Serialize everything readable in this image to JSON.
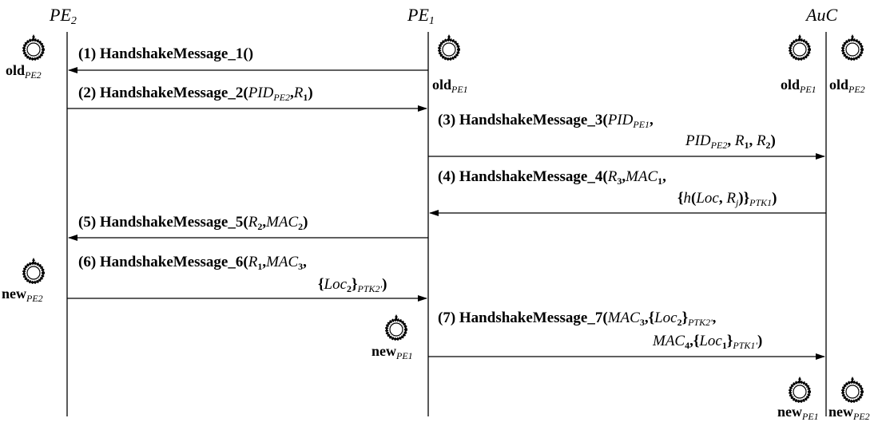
{
  "entities": {
    "pe2": {
      "base": "PE",
      "sub": "2"
    },
    "pe1": {
      "base": "PE",
      "sub": "1"
    },
    "auc": {
      "name": "AuC"
    }
  },
  "messages": [
    {
      "num": "(1)",
      "name": "HandshakeMessage_1",
      "args": "()"
    },
    {
      "num": "(2)",
      "name": "HandshakeMessage_2",
      "args": "(PID_PE2, R1)"
    },
    {
      "num": "(3)",
      "name": "HandshakeMessage_3",
      "args": "(PID_PE1, PID_PE2, R1, R2)"
    },
    {
      "num": "(4)",
      "name": "HandshakeMessage_4",
      "args": "(R3, MAC1, {h(Loc, Rj)}PTK1)"
    },
    {
      "num": "(5)",
      "name": "HandshakeMessage_5",
      "args": "(R2, MAC2)"
    },
    {
      "num": "(6)",
      "name": "HandshakeMessage_6",
      "args": "(R1, MAC3, {Loc2}PTK2')"
    },
    {
      "num": "(7)",
      "name": "HandshakeMessage_7",
      "args": "(MAC3, {Loc2}PTK2', MAC4, {Loc1}PTK1')"
    }
  ],
  "states": {
    "old": "old",
    "new": "new",
    "pe1_sub": "PE1",
    "pe2_sub": "PE2"
  },
  "icons": {
    "timer": "timer-dial-icon"
  }
}
